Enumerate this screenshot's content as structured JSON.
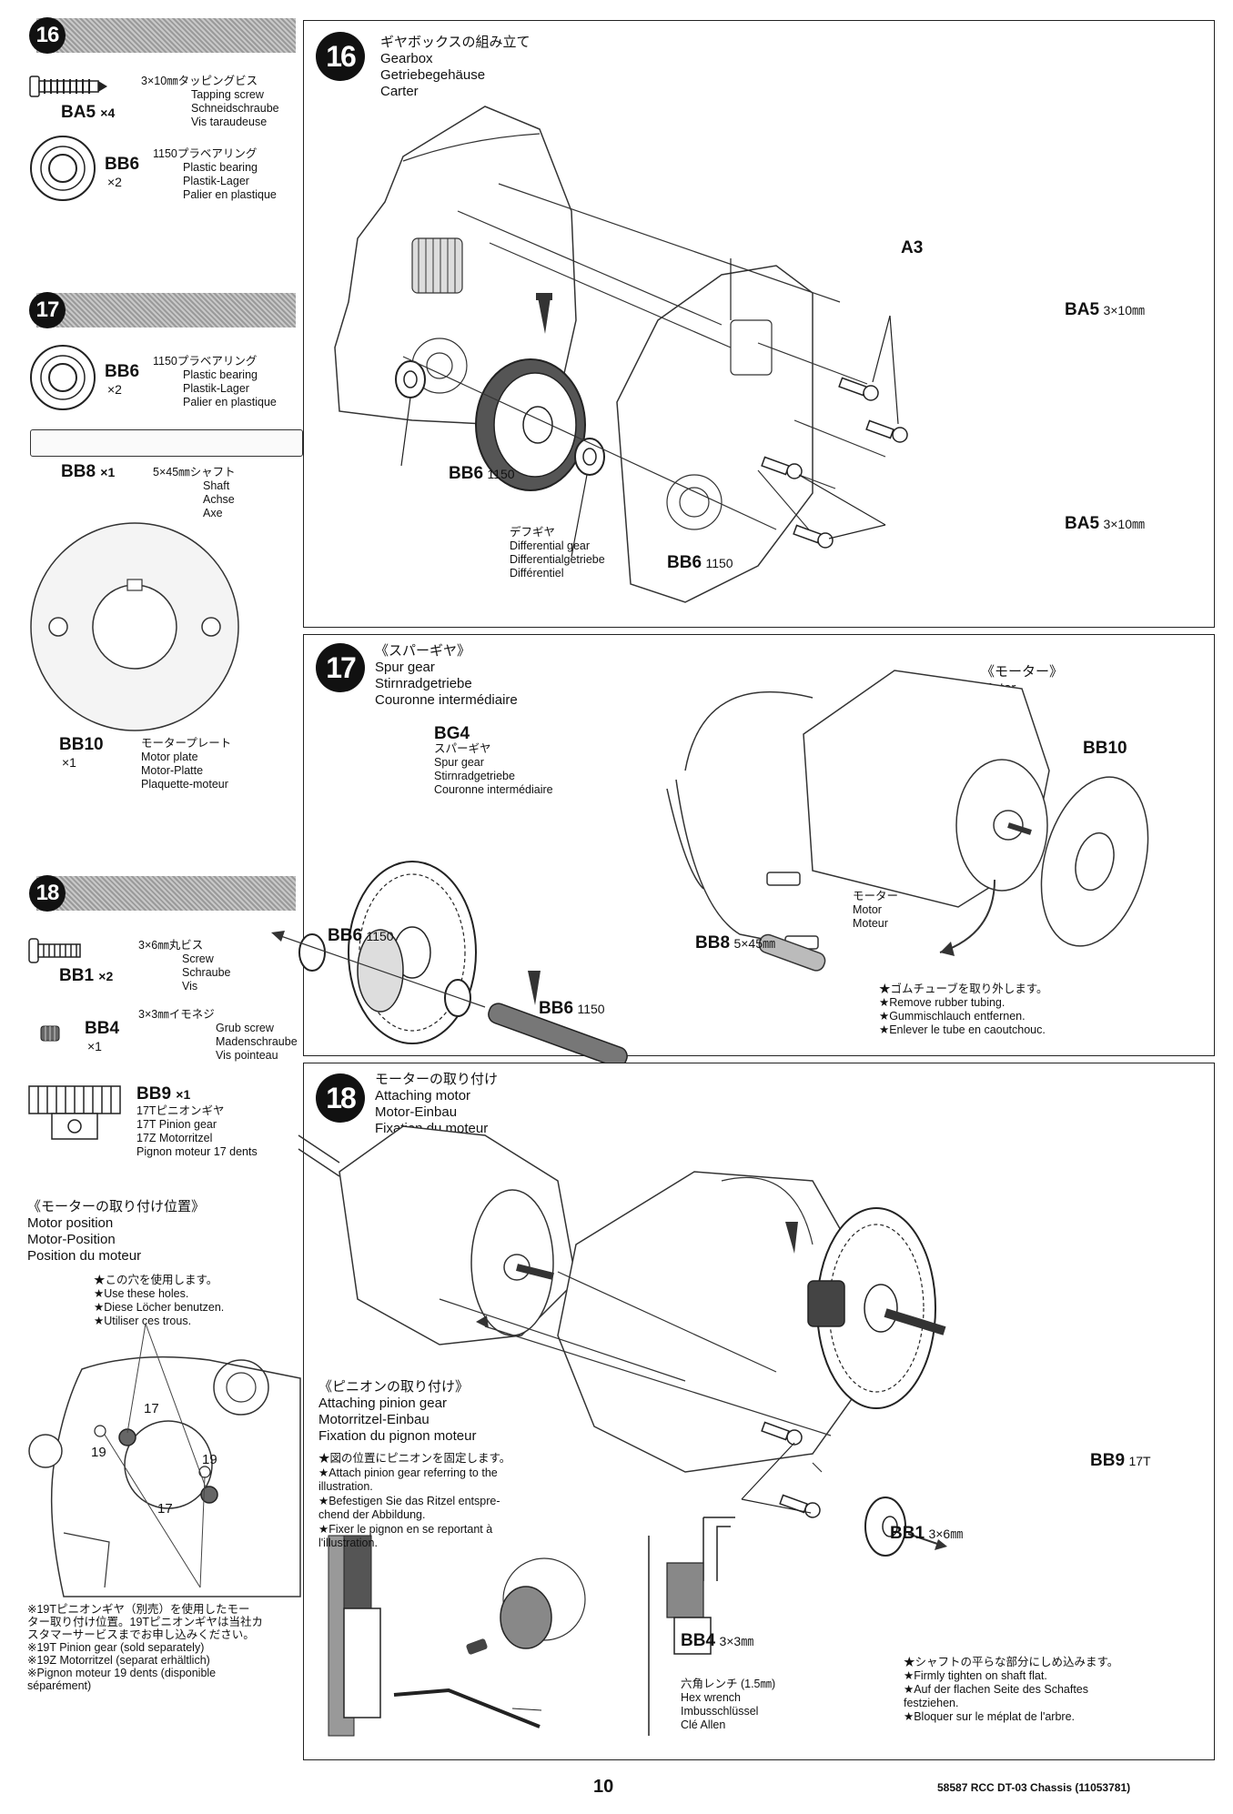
{
  "left": {
    "step16": {
      "num": "16",
      "ba5": {
        "code": "BA5",
        "qty": "×4",
        "lines": [
          "3×10㎜タッピングビス",
          "Tapping screw",
          "Schneidschraube",
          "Vis taraudeuse"
        ]
      },
      "bb6": {
        "code": "BB6",
        "qty": "×2",
        "lines": [
          "1150プラベアリング",
          "Plastic bearing",
          "Plastik-Lager",
          "Palier en plastique"
        ]
      }
    },
    "step17": {
      "num": "17",
      "bb6": {
        "code": "BB6",
        "qty": "×2",
        "lines": [
          "1150プラベアリング",
          "Plastic bearing",
          "Plastik-Lager",
          "Palier en plastique"
        ]
      },
      "bb8": {
        "code": "BB8",
        "qty": "×1",
        "lines": [
          "5×45㎜シャフト",
          "Shaft",
          "Achse",
          "Axe"
        ]
      },
      "bb10": {
        "code": "BB10",
        "qty": "×1",
        "lines": [
          "モータープレート",
          "Motor plate",
          "Motor-Platte",
          "Plaquette-moteur"
        ]
      }
    },
    "step18": {
      "num": "18",
      "bb1": {
        "code": "BB1",
        "qty": "×2",
        "lines": [
          "3×6㎜丸ビス",
          "Screw",
          "Schraube",
          "Vis"
        ]
      },
      "bb4": {
        "code": "BB4",
        "qty": "×1",
        "lines": [
          "3×3㎜イモネジ",
          "Grub screw",
          "Madenschraube",
          "Vis pointeau"
        ]
      },
      "bb9": {
        "code": "BB9",
        "qty": "×1",
        "lines": [
          "17Tピニオンギヤ",
          "17T Pinion gear",
          "17Z Motorritzel",
          "Pignon moteur 17 dents"
        ]
      }
    },
    "motor_position": {
      "title": [
        "《モーターの取り付け位置》",
        "Motor position",
        "Motor-Position",
        "Position du moteur"
      ],
      "notes": [
        "★この穴を使用します。",
        "★Use these holes.",
        "★Diese Löcher benutzen.",
        "★Utiliser ces trous."
      ],
      "labels": {
        "a": "17",
        "b": "19",
        "c": "19",
        "d": "17"
      },
      "footnotes": [
        "※19Tピニオンギヤ（別売）を使用したモー",
        "ター取り付け位置。19Tピニオンギヤは当社カ",
        "スタマーサービスまでお申し込みください。",
        "※19T Pinion gear (sold separately)",
        "※19Z Motorritzel (separat erhältlich)",
        "※Pignon moteur 19 dents (disponible",
        "séparément)"
      ]
    }
  },
  "panel16": {
    "num": "16",
    "title": [
      "ギヤボックスの組み立て",
      "Gearbox",
      "Getriebegehäuse",
      "Carter"
    ],
    "labels": {
      "a3": "A3",
      "ba5_top": "BA5",
      "ba5_top_size": "3×10㎜",
      "ba5_bottom": "BA5",
      "ba5_bottom_size": "3×10㎜",
      "bb6_left": "BB6",
      "bb6_left_size": "1150",
      "bb6_right": "BB6",
      "bb6_right_size": "1150"
    },
    "diff": [
      "デフギヤ",
      "Differential gear",
      "Differentialgetriebe",
      "Différentiel"
    ]
  },
  "panel17": {
    "num": "17",
    "title": [
      "《スパーギヤ》",
      "Spur gear",
      "Stirnradgetriebe",
      "Couronne intermédiaire"
    ],
    "motor_title": [
      "《モーター》",
      "Motor",
      "Moteur"
    ],
    "bg4": {
      "code": "BG4",
      "lines": [
        "スパーギヤ",
        "Spur gear",
        "Stirnradgetriebe",
        "Couronne intermédiaire"
      ]
    },
    "labels": {
      "bb10": "BB10",
      "bb6_a": "BB6",
      "bb6_a_size": "1150",
      "bb6_b": "BB6",
      "bb6_b_size": "1150",
      "bb8": "BB8",
      "bb8_size": "5×45㎜"
    },
    "motor_label": [
      "モーター",
      "Motor",
      "Moteur"
    ],
    "notes": [
      "★ゴムチューブを取り外します。",
      "★Remove rubber tubing.",
      "★Gummischlauch entfernen.",
      "★Enlever le tube en caoutchouc."
    ]
  },
  "panel18": {
    "num": "18",
    "title": [
      "モーターの取り付け",
      "Attaching motor",
      "Motor-Einbau",
      "Fixation du moteur"
    ],
    "pinion_title": [
      "《ピニオンの取り付け》",
      "Attaching pinion gear",
      "Motorritzel-Einbau",
      "Fixation du pignon moteur"
    ],
    "pinion_notes": [
      "★図の位置にピニオンを固定します。",
      "★Attach pinion gear referring to the",
      "illustration.",
      "★Befestigen Sie das Ritzel entspre-",
      "chend der Abbildung.",
      "★Fixer le pignon en se reportant à",
      "l'illustration."
    ],
    "labels": {
      "bb9": "BB9",
      "bb9_size": "17T",
      "bb1": "BB1",
      "bb1_size": "3×6㎜",
      "bb4": "BB4",
      "bb4_size": "3×3㎜"
    },
    "hex": [
      "六角レンチ (1.5㎜)",
      "Hex wrench",
      "Imbusschlüssel",
      "Clé Allen"
    ],
    "shaft_notes": [
      "★シャフトの平らな部分にしめ込みます。",
      "★Firmly tighten on shaft flat.",
      "★Auf der flachen Seite des Schaftes",
      "festziehen.",
      "★Bloquer sur le méplat de l'arbre."
    ]
  },
  "footer": {
    "page": "10",
    "model": "58587 RCC DT-03 Chassis (11053781)"
  }
}
